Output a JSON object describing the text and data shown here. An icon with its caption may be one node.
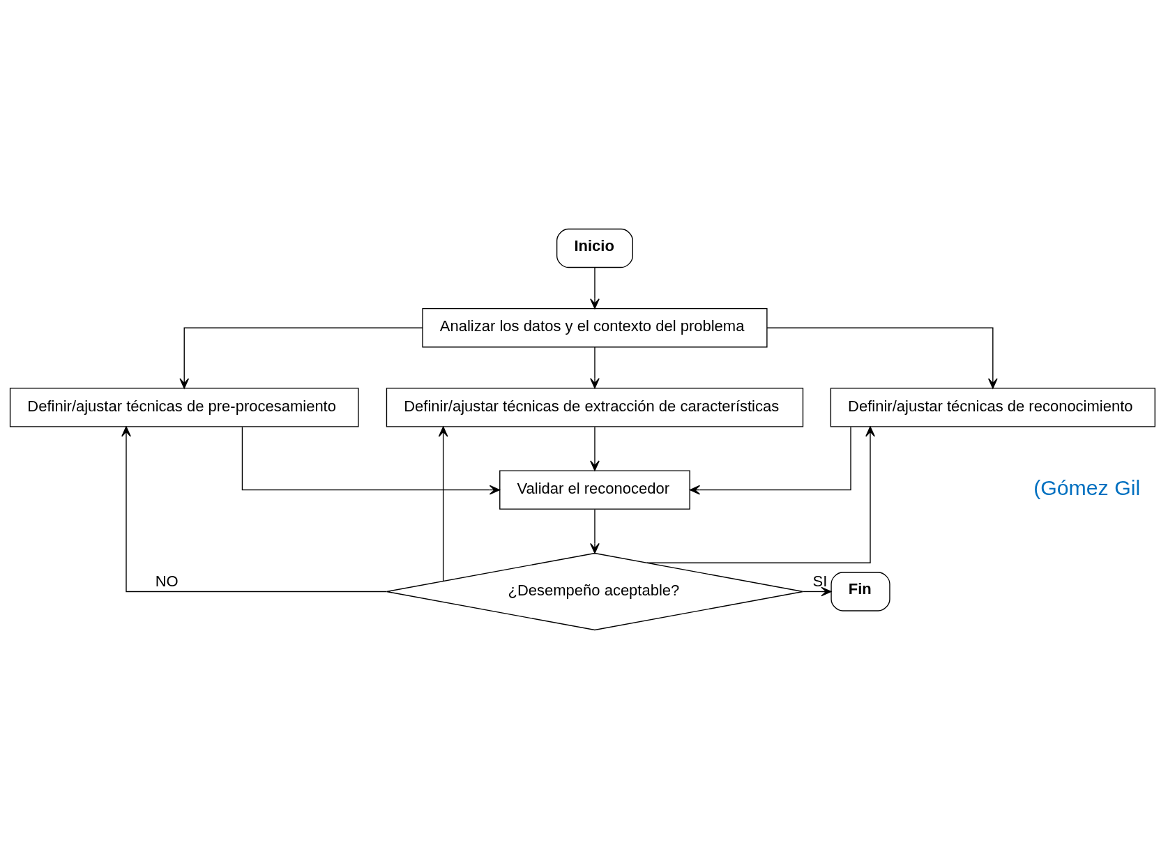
{
  "diagram": {
    "nodes": [
      {
        "text": [
          "Inicio"
        ]
      },
      {
        "text": [
          "Analizar los datos y el contexto del problema"
        ]
      },
      {
        "text": [
          "Definir/ajustar técnicas de pre-procesamiento"
        ]
      },
      {
        "text": [
          "Definir/ajustar técnicas de extracción de características"
        ]
      },
      {
        "text": [
          "Definir/ajustar técnicas de reconocimiento"
        ]
      },
      {
        "text": [
          "Validar el reconocedor"
        ]
      },
      {
        "text": [
          "¿Desempeño aceptable?"
        ]
      },
      {
        "text": [
          "Fin"
        ]
      }
    ],
    "edges": [
      {
        "from": 0,
        "to": 1,
        "arrow": "to"
      },
      {
        "from": 1,
        "to": 2,
        "arrow": "to"
      },
      {
        "from": 1,
        "to": 3,
        "arrow": "to"
      },
      {
        "from": 1,
        "to": 4,
        "arrow": "to"
      },
      {
        "from": 2,
        "to": 5,
        "arrow": "to"
      },
      {
        "from": 3,
        "to": 5,
        "arrow": "to"
      },
      {
        "from": 4,
        "to": 5,
        "arrow": "to"
      },
      {
        "from": 5,
        "to": 6,
        "arrow": "to"
      },
      {
        "from": 6,
        "to": 2,
        "label": "NO",
        "arrow": "to"
      },
      {
        "from": 6,
        "to": 3,
        "arrow": "to"
      },
      {
        "from": 6,
        "to": 4,
        "arrow": "to"
      },
      {
        "from": 6,
        "to": 7,
        "label": "SI",
        "arrow": "to"
      }
    ],
    "labels": [
      "(Gómez Gil"
    ]
  }
}
